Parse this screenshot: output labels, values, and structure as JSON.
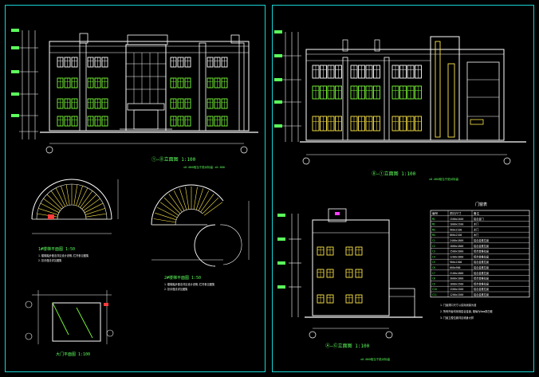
{
  "colors": {
    "background": "#000000",
    "frame": "#19d3d3",
    "line": "#ffffff",
    "window_green": "#7dff3a",
    "window_yellow": "#ffe84a",
    "text_green": "#5cff5c",
    "dim_red": "#ff3b3b",
    "accent_magenta": "#ff3bff"
  },
  "left_sheet": {
    "front_elevation": {
      "title": "①—⑧立面图 1:100",
      "note": "±0.000相当于绝对标高 ±0.000"
    },
    "stair_a": {
      "title": "1#楼梯平面图 1:50",
      "note1": "1.楼梯踏步做法详见设计说明,栏杆参见图集",
      "note2": "2.扶手做法详见图集"
    },
    "stair_b": {
      "title": "2#楼梯平面图 1:50",
      "note1": "1.楼梯踏步做法详见设计说明,栏杆参见图集",
      "note2": "2.扶手做法详见图集"
    },
    "small_plan": {
      "title": "大门平面图 1:100"
    }
  },
  "right_sheet": {
    "rear_elevation": {
      "title": "⑧—①立面图 1:100",
      "note": "±0.000相当于绝对标高"
    },
    "side_elevation": {
      "title": "Ⓐ—Ⓖ立面图 1:100",
      "note": "±0.000相当于绝对标高"
    },
    "table": {
      "title": "门窗表",
      "headers": [
        "编号",
        "洞口尺寸",
        "备注"
      ],
      "rows": [
        [
          "M1",
          "1500x2400",
          "铝合金门"
        ],
        [
          "M2",
          "1000x2100",
          "木门"
        ],
        [
          "M3",
          "900x2100",
          "木门"
        ],
        [
          "M4",
          "800x2100",
          "木门"
        ],
        [
          "C1",
          "2400x1800",
          "铝合金推拉窗"
        ],
        [
          "C2",
          "1800x1800",
          "铝合金推拉窗"
        ],
        [
          "C3",
          "1500x1800",
          "铝合金推拉窗"
        ],
        [
          "C4",
          "1200x1800",
          "铝合金推拉窗"
        ],
        [
          "C5",
          "900x1500",
          "铝合金推拉窗"
        ],
        [
          "C6",
          "600x900",
          "铝合金推拉窗"
        ],
        [
          "C7",
          "2100x1800",
          "铝合金推拉窗"
        ],
        [
          "C8",
          "3000x1800",
          "铝合金推拉窗"
        ],
        [
          "C9",
          "1800x1500",
          "铝合金推拉窗"
        ],
        [
          "C10",
          "1500x1500",
          "铝合金推拉窗"
        ],
        [
          "C11",
          "1200x1500",
          "铝合金推拉窗"
        ]
      ],
      "note1": "1.门窗洞口尺寸以实际测量为准",
      "note2": "2.所有外窗均采用铝合金窗,玻璃为5mm厚白玻",
      "note3": "3.门窗立樘位置详见墙身大样"
    }
  }
}
